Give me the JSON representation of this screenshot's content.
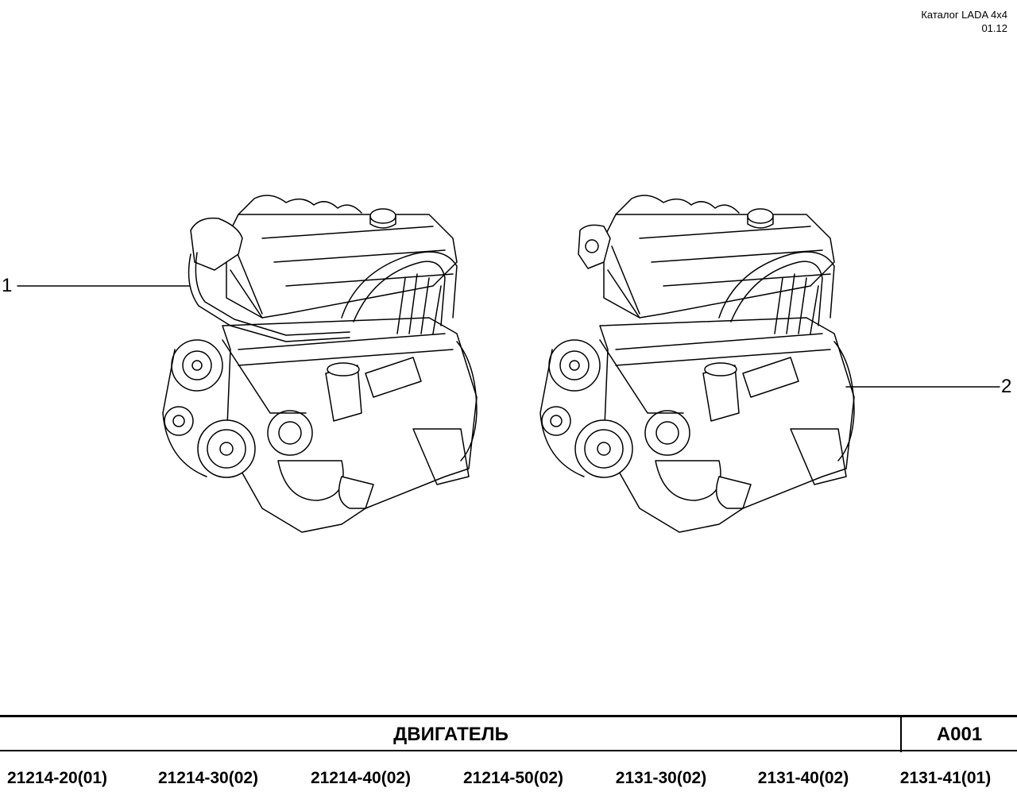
{
  "header": {
    "catalog": "Каталог  LADA  4x4",
    "date": "01.12"
  },
  "callouts": [
    "1",
    "2"
  ],
  "title_block": {
    "title": "ДВИГАТЕЛЬ",
    "code": "A001"
  },
  "models": [
    "21214-20(01)",
    "21214-30(02)",
    "21214-40(02)",
    "21214-50(02)",
    "2131-30(02)",
    "2131-40(02)",
    "2131-41(01)"
  ]
}
